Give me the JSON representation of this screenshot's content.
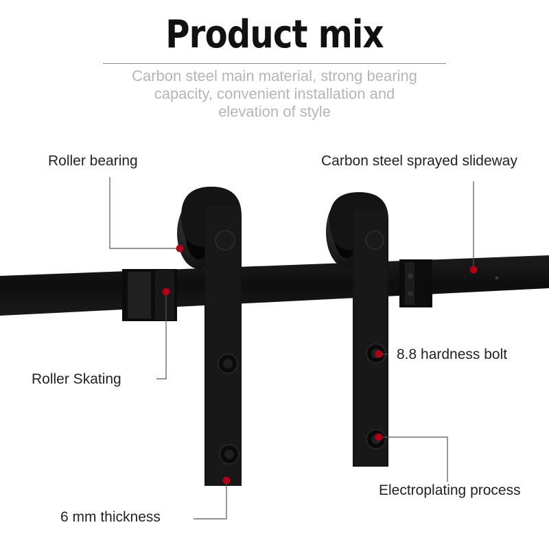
{
  "header": {
    "title": "Product mix",
    "subtitle_lines": [
      "Carbon steel main material, strong bearing",
      "capacity, convenient installation and",
      "elevation of style"
    ]
  },
  "callouts": {
    "roller_bearing": "Roller bearing",
    "slideway": "Carbon steel sprayed slideway",
    "roller_skating": "Roller Skating",
    "bolt": "8.8 hardness bolt",
    "thickness": "6 mm thickness",
    "electroplating": "Electroplating process"
  },
  "colors": {
    "hardware": "#141414",
    "marker": "#b00018",
    "leader_line": "#555555",
    "subtitle_text": "#b5b5b5"
  }
}
